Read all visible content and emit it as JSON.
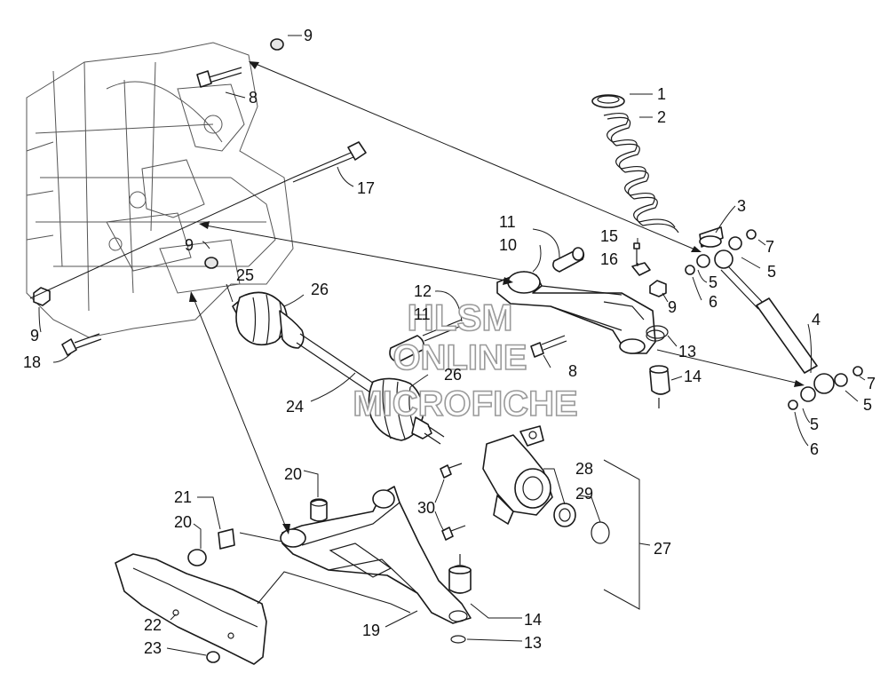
{
  "callouts": [
    {
      "id": "c-1",
      "text": "1"
    },
    {
      "id": "c-2",
      "text": "2"
    },
    {
      "id": "c-3",
      "text": "3"
    },
    {
      "id": "c-4",
      "text": "4"
    },
    {
      "id": "c-5a",
      "text": "5"
    },
    {
      "id": "c-5b",
      "text": "5"
    },
    {
      "id": "c-5c",
      "text": "5"
    },
    {
      "id": "c-5d",
      "text": "5"
    },
    {
      "id": "c-6a",
      "text": "6"
    },
    {
      "id": "c-6b",
      "text": "6"
    },
    {
      "id": "c-7a",
      "text": "7"
    },
    {
      "id": "c-7b",
      "text": "7"
    },
    {
      "id": "c-8a",
      "text": "8"
    },
    {
      "id": "c-8b",
      "text": "8"
    },
    {
      "id": "c-9a",
      "text": "9"
    },
    {
      "id": "c-9b",
      "text": "9"
    },
    {
      "id": "c-9c",
      "text": "9"
    },
    {
      "id": "c-9d",
      "text": "9"
    },
    {
      "id": "c-10",
      "text": "10"
    },
    {
      "id": "c-11a",
      "text": "11"
    },
    {
      "id": "c-11b",
      "text": "11"
    },
    {
      "id": "c-12",
      "text": "12"
    },
    {
      "id": "c-13a",
      "text": "13"
    },
    {
      "id": "c-13b",
      "text": "13"
    },
    {
      "id": "c-14a",
      "text": "14"
    },
    {
      "id": "c-14b",
      "text": "14"
    },
    {
      "id": "c-15",
      "text": "15"
    },
    {
      "id": "c-16",
      "text": "16"
    },
    {
      "id": "c-17",
      "text": "17"
    },
    {
      "id": "c-18",
      "text": "18"
    },
    {
      "id": "c-19",
      "text": "19"
    },
    {
      "id": "c-20a",
      "text": "20"
    },
    {
      "id": "c-20b",
      "text": "20"
    },
    {
      "id": "c-21",
      "text": "21"
    },
    {
      "id": "c-22",
      "text": "22"
    },
    {
      "id": "c-23",
      "text": "23"
    },
    {
      "id": "c-24",
      "text": "24"
    },
    {
      "id": "c-25",
      "text": "25"
    },
    {
      "id": "c-26a",
      "text": "26"
    },
    {
      "id": "c-26b",
      "text": "26"
    },
    {
      "id": "c-27",
      "text": "27"
    },
    {
      "id": "c-28",
      "text": "28"
    },
    {
      "id": "c-29",
      "text": "29"
    },
    {
      "id": "c-30",
      "text": "30"
    }
  ],
  "watermark": {
    "line1": "HLSM",
    "line2": "ONLINE",
    "line3": "MICROFICHE"
  }
}
